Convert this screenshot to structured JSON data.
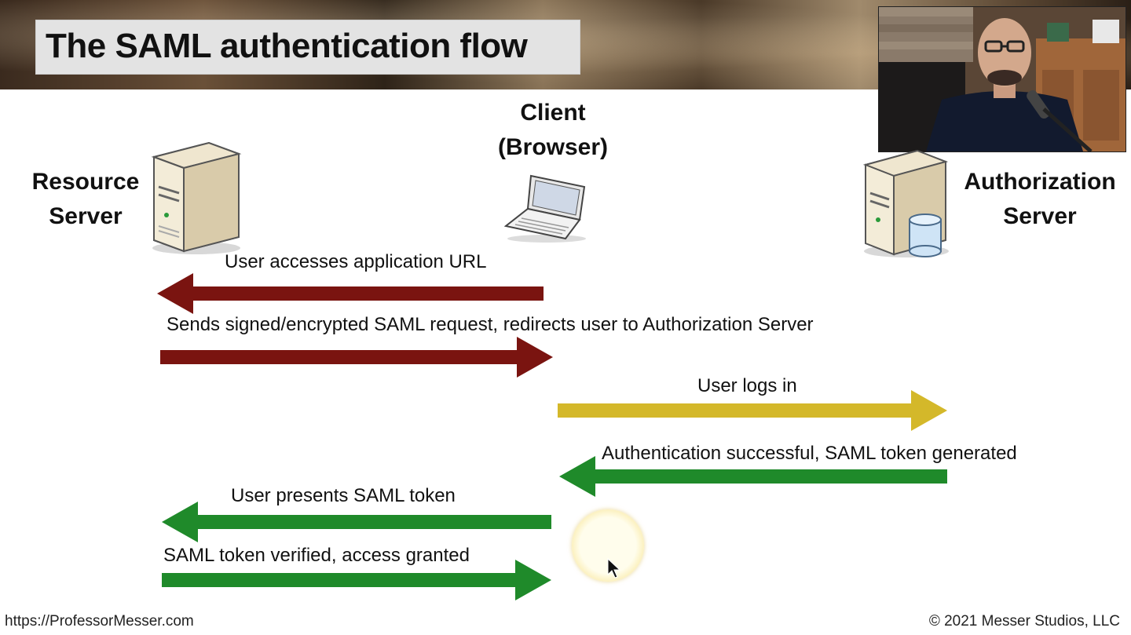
{
  "slide": {
    "title": "The SAML authentication flow"
  },
  "actors": {
    "resource": {
      "line1": "Resource",
      "line2": "Server"
    },
    "client": {
      "line1": "Client",
      "line2": "(Browser)"
    },
    "auth": {
      "line1": "Authorization",
      "line2": "Server"
    }
  },
  "messages": [
    {
      "text": "User accesses application URL",
      "color": "#7a1410",
      "direction": "left"
    },
    {
      "text": "Sends signed/encrypted SAML request, redirects user to Authorization Server",
      "color": "#7a1410",
      "direction": "right"
    },
    {
      "text": "User logs in",
      "color": "#d4b82a",
      "direction": "right"
    },
    {
      "text": "Authentication successful, SAML token generated",
      "color": "#1f8a2a",
      "direction": "left"
    },
    {
      "text": "User presents SAML token",
      "color": "#1f8a2a",
      "direction": "left"
    },
    {
      "text": "SAML token verified, access granted",
      "color": "#1f8a2a",
      "direction": "right"
    }
  ],
  "footer": {
    "url": "https://ProfessorMesser.com",
    "copyright": "© 2021 Messer Studios, LLC"
  },
  "icons": [
    "server-icon",
    "laptop-icon",
    "database-server-icon",
    "presenter-webcam",
    "mouse-cursor-icon"
  ]
}
